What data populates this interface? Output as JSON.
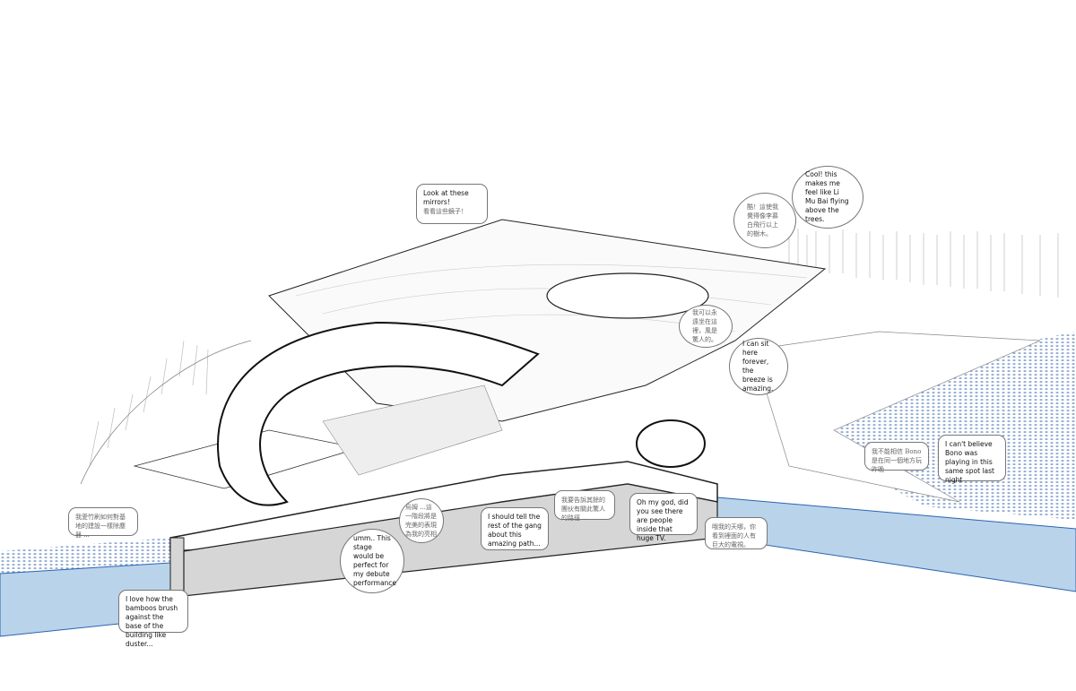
{
  "bubbles": {
    "mirrors": {
      "en": "Look at these mirrors!",
      "zh": "看看這些鏡子！"
    },
    "limubai_zh": {
      "zh": "酷！這使我覺得像李慕白飛行以上的樹木。"
    },
    "limubai_en": {
      "en": "Cool! this makes me feel like Li Mu Bai flying above the trees."
    },
    "breeze_zh": {
      "zh": "我可以永遠坐在這裡，風是驚人的。"
    },
    "breeze_en": {
      "en": "I can sit here forever, the breeze is amazing."
    },
    "bono_zh": {
      "zh": "我不能相信 Bono 是在同一個地方玩昨晚"
    },
    "bono_en": {
      "en": "I can't believe Bono was playing in this same spot last night"
    },
    "gang_zh": {
      "zh": "我要告訴其餘的團伙有關此驚人的路徑 ..."
    },
    "gang_en": {
      "en": "I should tell the rest of the gang about this amazing path..."
    },
    "tv_en": {
      "en": "Oh my god, did you see there are people inside that huge TV."
    },
    "tv_zh": {
      "zh": "哦我的天哪，你看到裡面的人有巨大的電視。"
    },
    "bamboo_zh": {
      "zh": "我愛竹刷如何對基地的建設一樣除塵器 ..."
    },
    "bamboo_en": {
      "en": "I love how the bamboos brush against the base of the building like duster..."
    },
    "stage_zh": {
      "zh": "烏姆 ...這一階段將是完美的表現為我的亮相"
    },
    "stage_en": {
      "en": "umm.. This stage would be perfect for my debute performance"
    }
  },
  "colors": {
    "water": "#b9d3ea",
    "water_line": "#2a64b0",
    "base": "#d6d6d6",
    "line": "#222222"
  }
}
